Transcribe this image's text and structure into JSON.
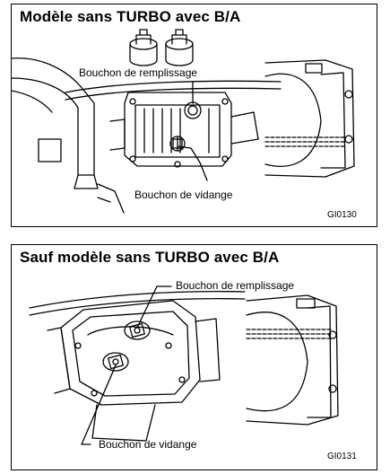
{
  "panels": [
    {
      "title": "Modèle sans TURBO avec B/A",
      "callouts": {
        "filler": "Bouchon de remplissage",
        "drain": "Bouchon de vidange"
      },
      "figure_code": "GI0130"
    },
    {
      "title": "Sauf modèle sans TURBO avec B/A",
      "callouts": {
        "filler": "Bouchon de remplissage",
        "drain": "Bouchon de vidange"
      },
      "figure_code": "GI0131"
    }
  ]
}
